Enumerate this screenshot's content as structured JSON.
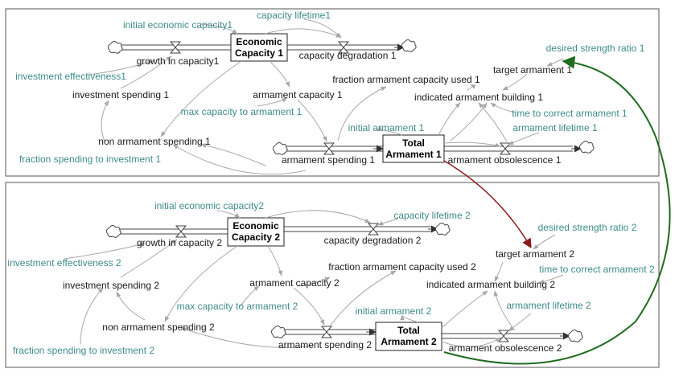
{
  "panel1": {
    "stock_economic": [
      "Economic",
      "Capacity 1"
    ],
    "stock_armament": [
      "Total",
      "Armament 1"
    ],
    "initial_economic_capacity": "initial economic capacity1",
    "capacity_lifetime": "capacity lifetime1",
    "growth_in_capacity": "growth in capacity1",
    "capacity_degradation": "capacity degradation 1",
    "investment_effectiveness": "investment effectiveness1",
    "investment_spending": "investment spending 1",
    "armament_capacity": "armament capacity 1",
    "max_capacity_to_armament": "max capacity to armament 1",
    "non_armament_spending": "non armament spending 1",
    "fraction_spending_to_investment": "fraction spending to investment 1",
    "fraction_armament_capacity_used": "fraction armament capacity used 1",
    "target_armament": "target armament 1",
    "desired_strength_ratio": "desired strength ratio 1",
    "indicated_armament_building": "indicated armament building 1",
    "time_to_correct_armament": "time to correct armament 1",
    "initial_armament": "initial armament 1",
    "armament_lifetime": "armament lifetime 1",
    "armament_spending": "armament spending 1",
    "armament_obsolescence": "armament obsolescence 1"
  },
  "panel2": {
    "stock_economic": [
      "Economic",
      "Capacity 2"
    ],
    "stock_armament": [
      "Total",
      "Armament 2"
    ],
    "initial_economic_capacity": "initial economic capacity2",
    "capacity_lifetime": "capacity lifetime 2",
    "growth_in_capacity": "growth in capacity 2",
    "capacity_degradation": "capacity degradation 2",
    "investment_effectiveness": "investment effectiveness 2",
    "investment_spending": "investment spending 2",
    "armament_capacity": "armament capacity 2",
    "max_capacity_to_armament": "max capacity to armament 2",
    "non_armament_spending": "non armament spending 2",
    "fraction_spending_to_investment": "fraction spending to investment 2",
    "fraction_armament_capacity_used": "fraction armament capacity used 2",
    "target_armament": "target armament 2",
    "desired_strength_ratio": "desired strength ratio 2",
    "indicated_armament_building": "indicated armament building 2",
    "time_to_correct_armament": "time to correct armament 2",
    "initial_armament": "initial armament 2",
    "armament_lifetime": "armament lifetime 2",
    "armament_spending": "armament spending 2",
    "armament_obsolescence": "armament obsolescence 2"
  },
  "colors": {
    "parameter_text": "#3d8b8b",
    "link_gray": "#a8a8a8",
    "cross_link_red": "#8b1a1a",
    "cross_link_green": "#1f6b1f"
  }
}
